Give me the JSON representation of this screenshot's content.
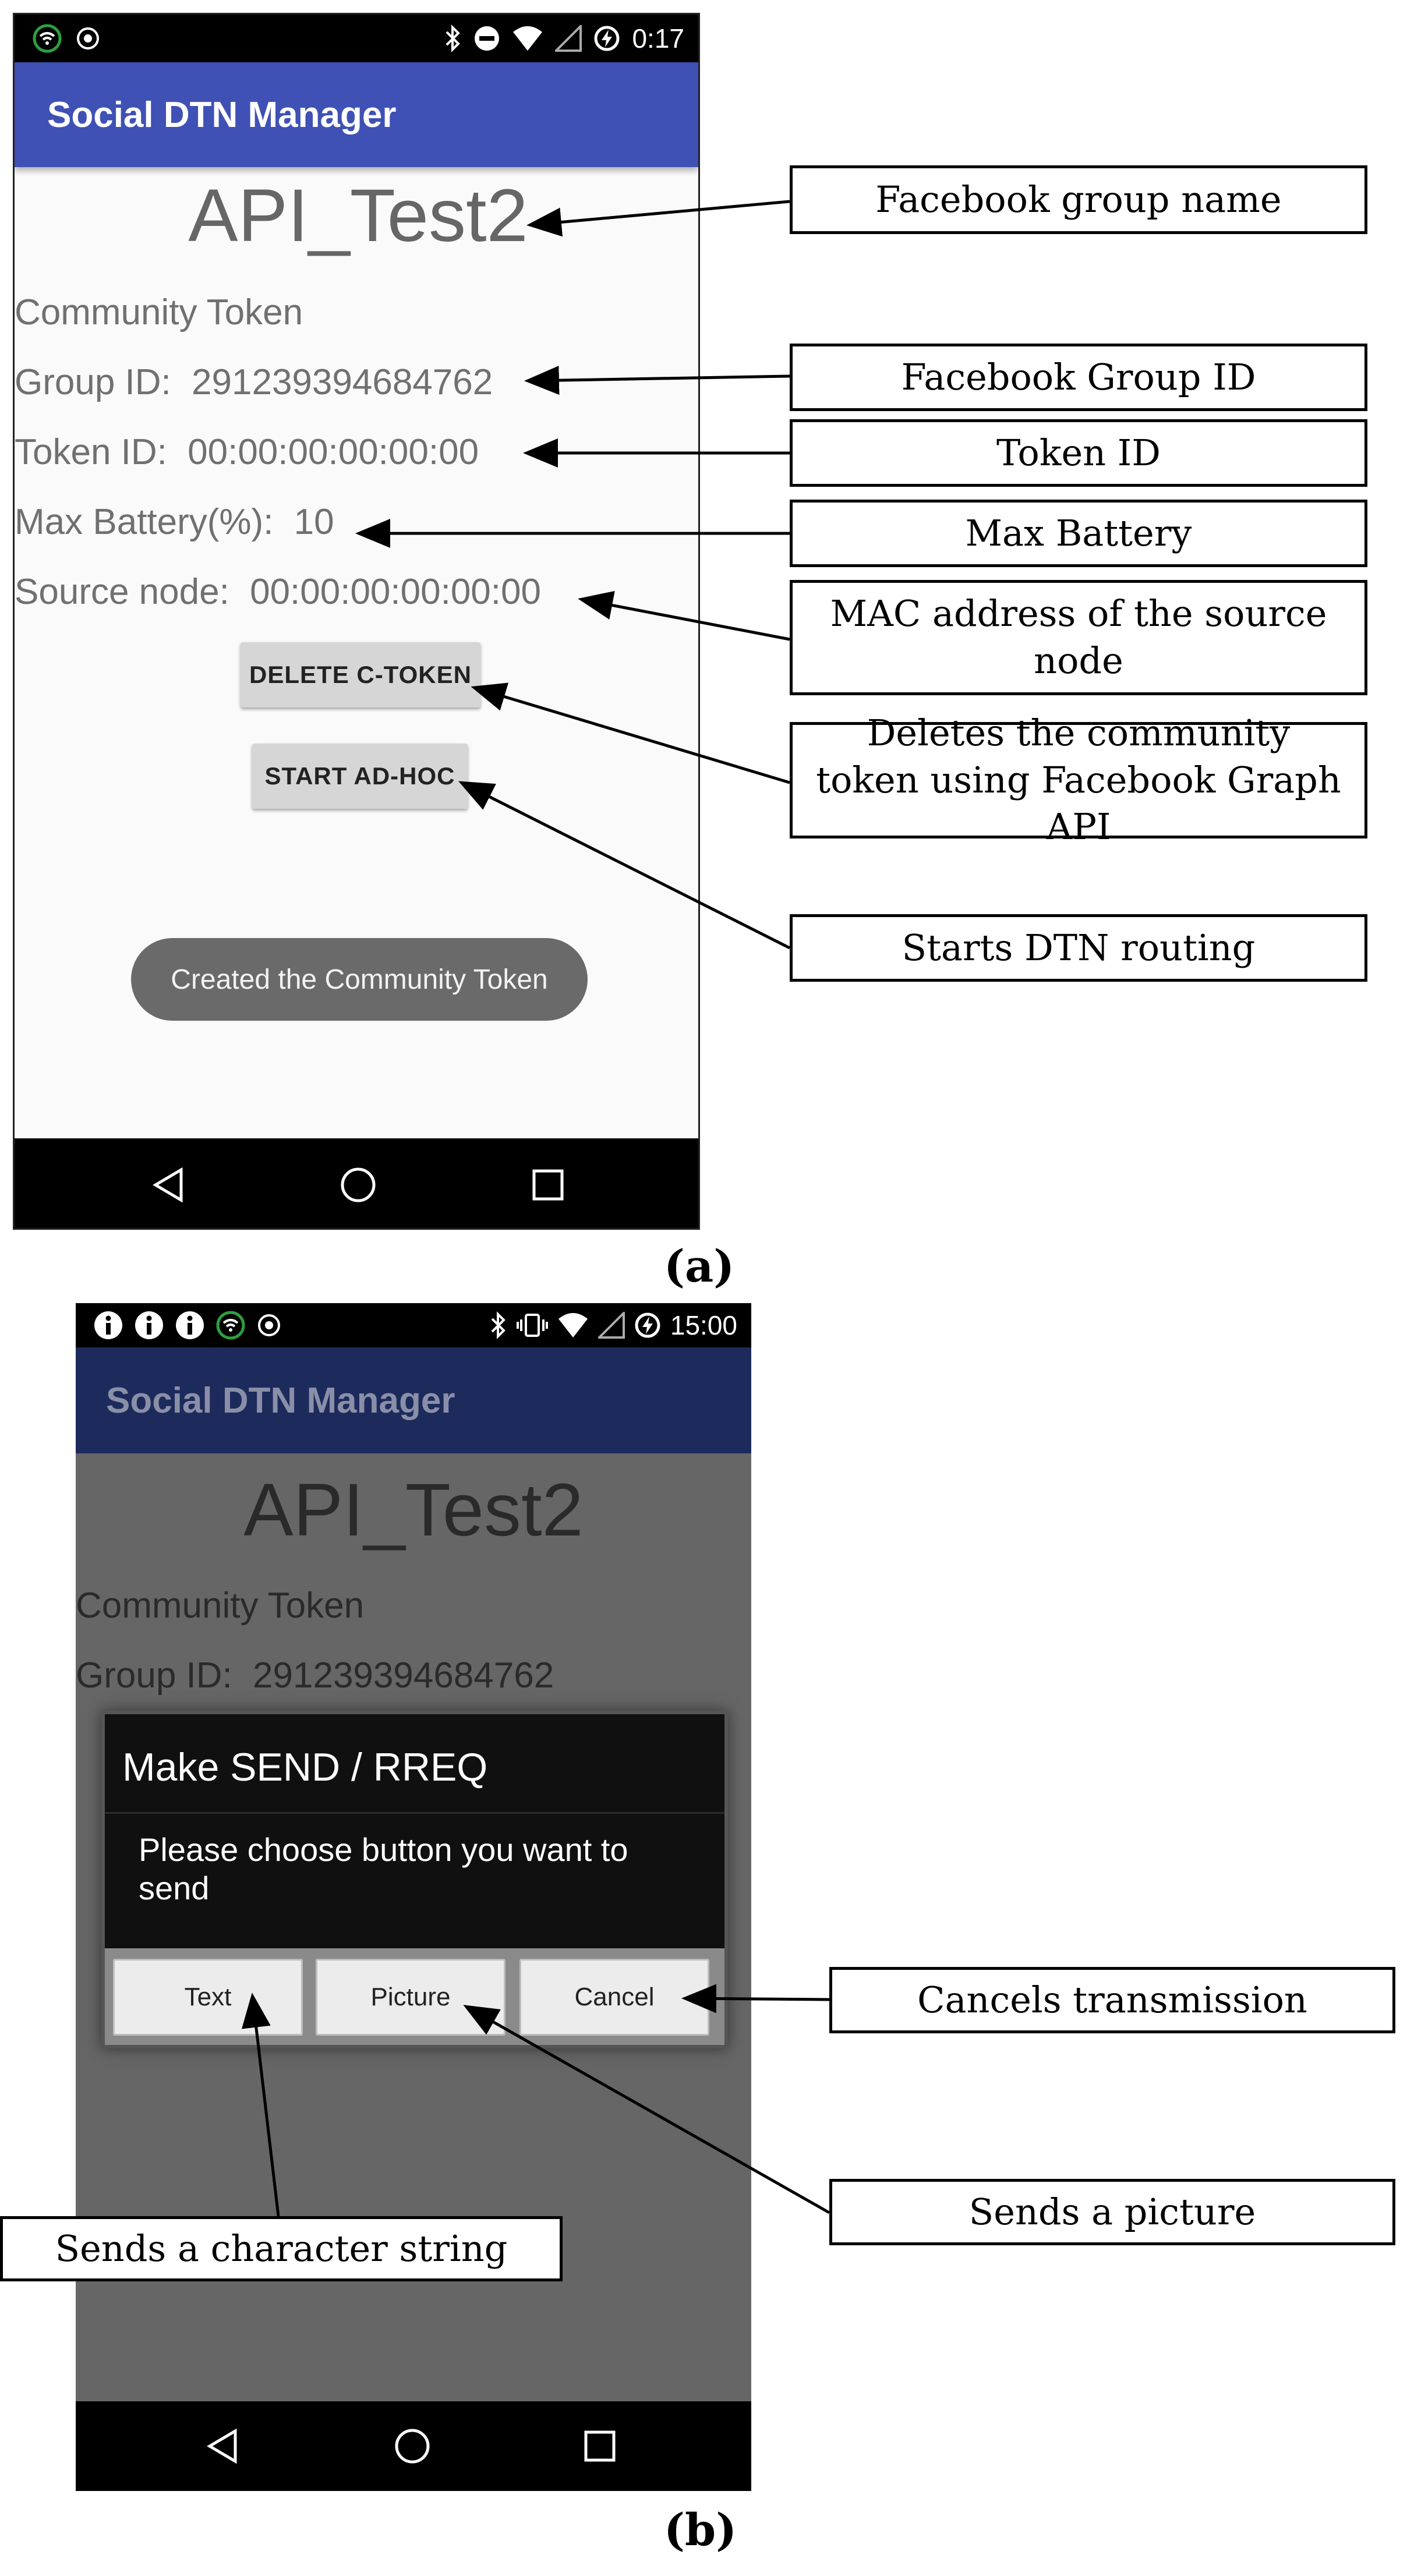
{
  "panel_a": {
    "status_time": "0:17",
    "app_title": "Social DTN Manager",
    "group_name": "API_Test2",
    "section_label": "Community Token",
    "group_id_label": "Group ID:",
    "group_id_value": "291239394684762",
    "token_id_label": "Token ID:",
    "token_id_value": "00:00:00:00:00:00",
    "max_battery_label": "Max Battery(%):",
    "max_battery_value": "10",
    "source_node_label": "Source node:",
    "source_node_value": "00:00:00:00:00:00",
    "delete_button": "DELETE C-TOKEN",
    "adhoc_button": "START AD-HOC",
    "toast": "Created the Community Token",
    "caption": "(a)"
  },
  "panel_b": {
    "status_time": "15:00",
    "app_title": "Social DTN Manager",
    "group_name": "API_Test2",
    "section_label": "Community Token",
    "group_id_label": "Group ID:",
    "group_id_value": "291239394684762",
    "dialog_title": "Make SEND / RREQ",
    "dialog_message": "Please choose button you want to send",
    "btn_text": "Text",
    "btn_picture": "Picture",
    "btn_cancel": "Cancel",
    "caption": "(b)"
  },
  "callouts": {
    "group_name": "Facebook group name",
    "group_id": "Facebook Group ID",
    "token_id": "Token ID",
    "max_battery": "Max Battery",
    "source_mac": "MAC address of the source node",
    "delete_token": "Deletes the community token using Facebook Graph API",
    "start_dtn": "Starts DTN routing",
    "cancel_tx": "Cancels transmission",
    "send_picture": "Sends a picture",
    "send_string": "Sends a character string"
  },
  "colors": {
    "appbar_a": "#3f51b5",
    "appbar_b": "#1d2a5c",
    "screen_bg_a": "#fafafa",
    "screen_bg_b": "#666666",
    "dialog_bg": "#101010"
  }
}
